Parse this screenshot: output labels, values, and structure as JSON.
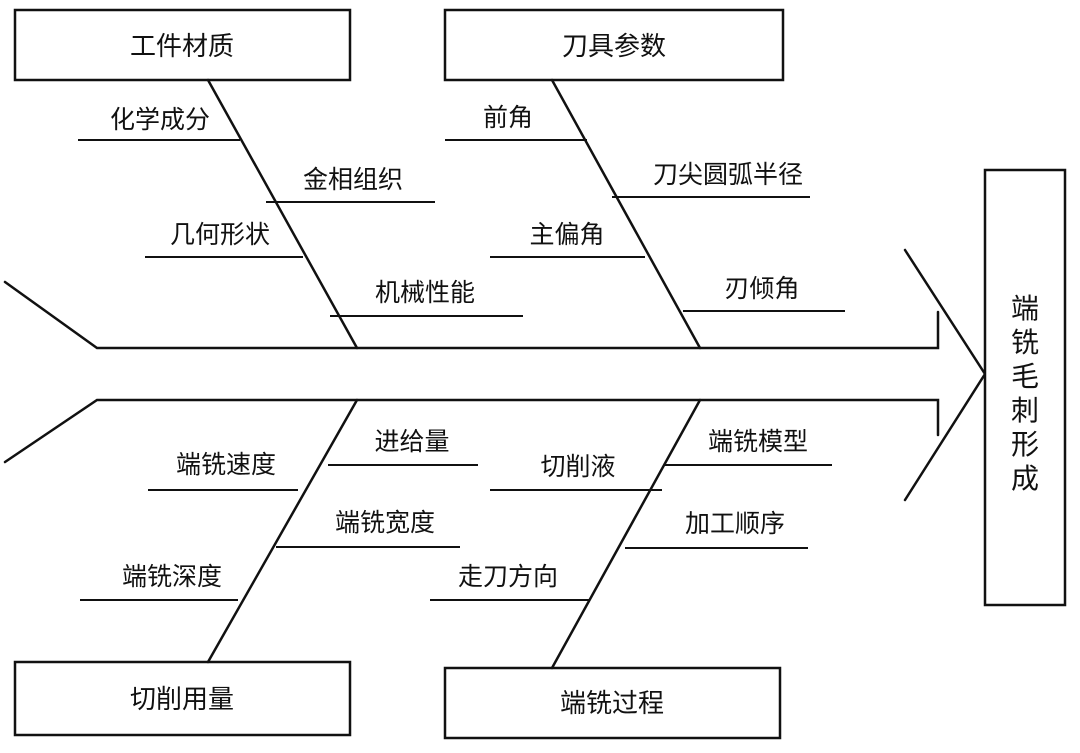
{
  "effect": "端铣毛刺形成",
  "categories": [
    {
      "name": "工件材质",
      "causes": [
        "化学成分",
        "金相组织",
        "几何形状",
        "机械性能"
      ]
    },
    {
      "name": "刀具参数",
      "causes": [
        "前角",
        "刀尖圆弧半径",
        "主偏角",
        "刃倾角"
      ]
    },
    {
      "name": "切削用量",
      "causes": [
        "进给量",
        "端铣速度",
        "端铣宽度",
        "端铣深度"
      ]
    },
    {
      "name": "端铣过程",
      "causes": [
        "切削液",
        "端铣模型",
        "加工顺序",
        "走刀方向"
      ]
    }
  ],
  "colors": {
    "line": "#111111",
    "background": "#ffffff"
  }
}
